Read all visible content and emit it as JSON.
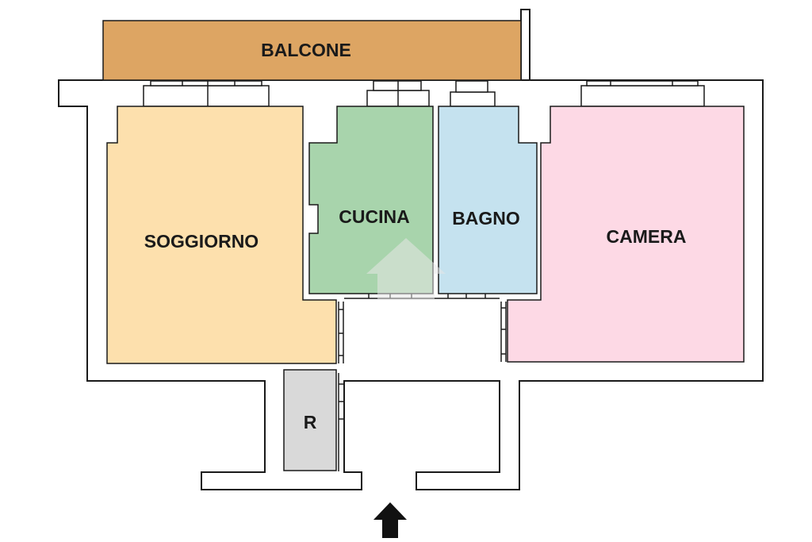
{
  "rooms": {
    "balcone": {
      "label": "BALCONE",
      "color": "#dda563"
    },
    "soggiorno": {
      "label": "SOGGIORNO",
      "color": "#fde0ad"
    },
    "cucina": {
      "label": "CUCINA",
      "color": "#a8d4ac"
    },
    "bagno": {
      "label": "BAGNO",
      "color": "#c5e2ef"
    },
    "camera": {
      "label": "CAMERA",
      "color": "#fdd9e5"
    },
    "ripostiglio": {
      "label": "R",
      "color": "#d9d9d9"
    }
  },
  "entrance": {
    "icon": "up-arrow-icon",
    "color": "#111111"
  }
}
